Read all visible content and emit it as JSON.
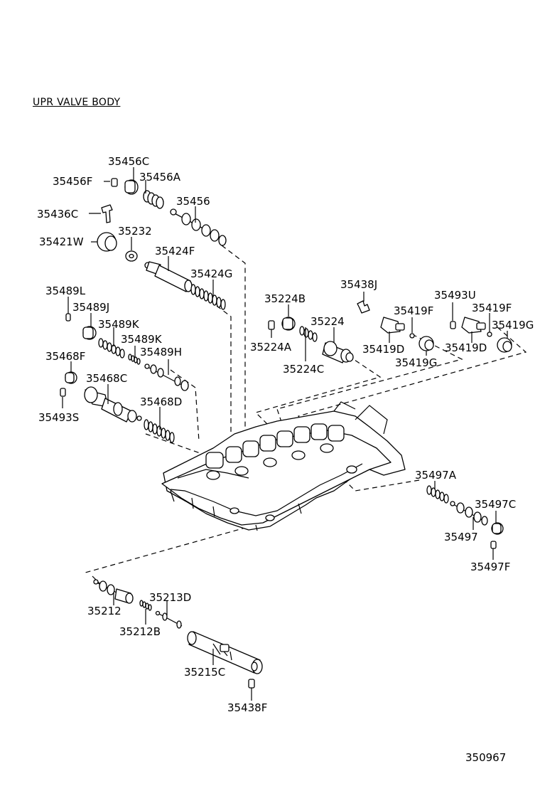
{
  "section_title": "UPR VALVE  BODY",
  "figure_number": "350967",
  "parts": {
    "p35456C": "35456C",
    "p35456F": "35456F",
    "p35456A": "35456A",
    "p35456": "35456",
    "p35436C": "35436C",
    "p35421W": "35421W",
    "p35232": "35232",
    "p35424F": "35424F",
    "p35424G": "35424G",
    "p35489L": "35489L",
    "p35489J": "35489J",
    "p35489K_a": "35489K",
    "p35489K_b": "35489K",
    "p35489H": "35489H",
    "p35468F": "35468F",
    "p35468C": "35468C",
    "p35468D": "35468D",
    "p35493S": "35493S",
    "p35224B": "35224B",
    "p35224": "35224",
    "p35224A": "35224A",
    "p35224C": "35224C",
    "p35438J": "35438J",
    "p35419F_a": "35419F",
    "p35419D_a": "35419D",
    "p35419G_a": "35419G",
    "p35493U": "35493U",
    "p35419F_b": "35419F",
    "p35419G_b": "35419G",
    "p35419D_b": "35419D",
    "p35497A": "35497A",
    "p35497C": "35497C",
    "p35497": "35497",
    "p35497F": "35497F",
    "p35212": "35212",
    "p35212B": "35212B",
    "p35213D": "35213D",
    "p35215C": "35215C",
    "p35438F": "35438F"
  }
}
